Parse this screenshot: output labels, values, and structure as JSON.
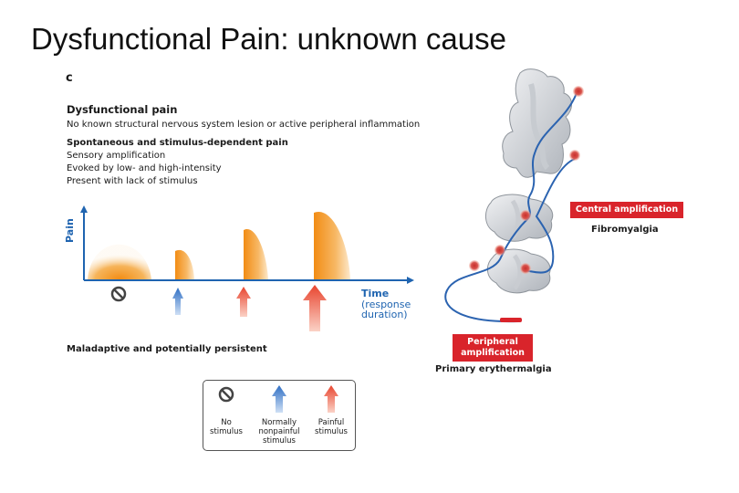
{
  "slide": {
    "title": "Dysfunctional Pain: unknown cause"
  },
  "panel": {
    "letter": "c",
    "heading": "Dysfunctional pain",
    "subheading": "No known structural nervous system lesion or active peripheral inflammation",
    "spontaneous_heading": "Spontaneous and stimulus-dependent pain",
    "descriptions": [
      "Sensory amplification",
      "Evoked by low- and high-intensity",
      "Present with lack of stimulus"
    ],
    "maladaptive": "Maladaptive and potentially persistent"
  },
  "graph": {
    "y_axis_label": "Pain",
    "x_axis_label": "Time",
    "x_axis_sub": "(response duration)",
    "colors": {
      "axis": "#1f64b0",
      "pain_fill": "#f39a1e",
      "blue_arrow": "#3b7fcf",
      "red_arrow": "#e8503a"
    }
  },
  "legend": {
    "items": [
      {
        "icon": "no-stimulus-icon",
        "label": "No stimulus"
      },
      {
        "icon": "blue-arrow-icon",
        "label": "Normally nonpainful stimulus"
      },
      {
        "icon": "red-arrow-icon",
        "label": "Painful stimulus"
      }
    ]
  },
  "anatomy": {
    "central_tag": "Central amplification",
    "central_example": "Fibromyalgia",
    "peripheral_tag": "Peripheral amplification",
    "peripheral_example": "Primary erythermalgia",
    "tag_color": "#d9242b"
  }
}
